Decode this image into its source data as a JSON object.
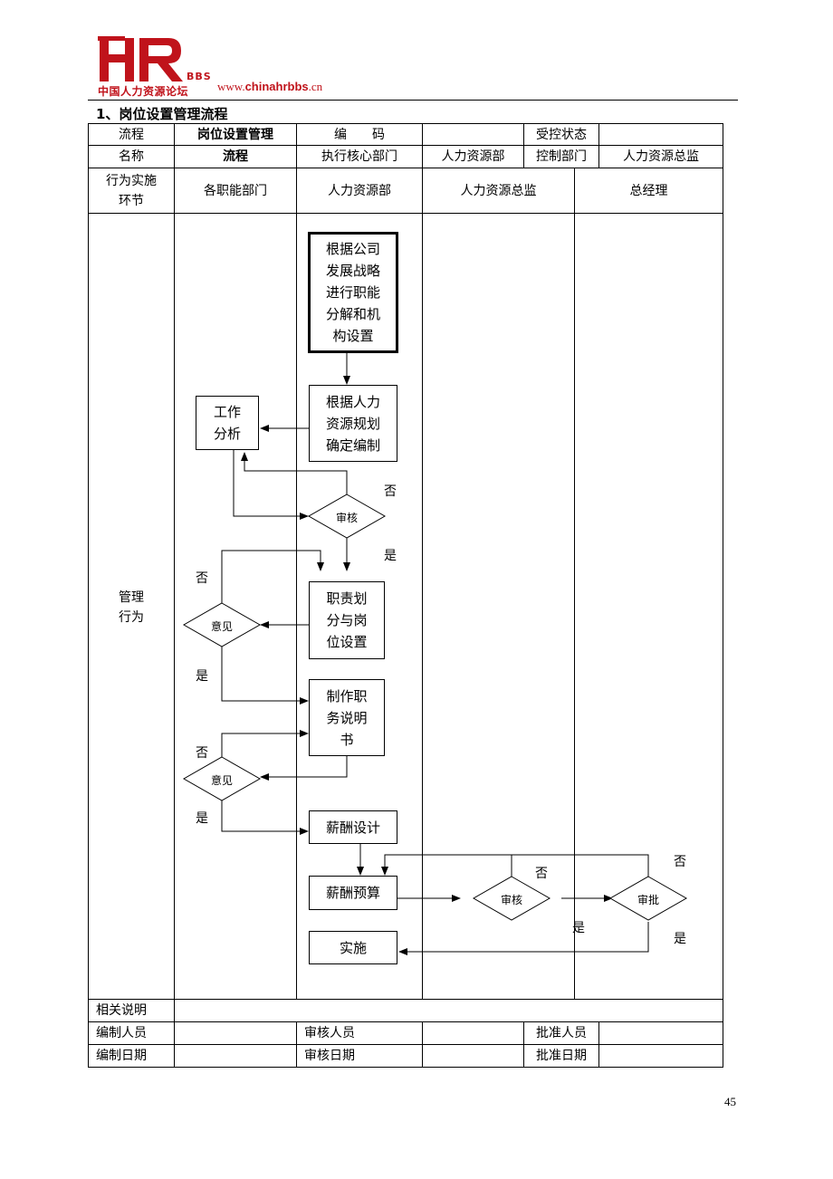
{
  "header": {
    "logo_text": "HR",
    "logo_bbs": "BBS",
    "logo_cn": "中国人力资源论坛",
    "site_prefix": "www.",
    "site_bold": "chinahrbbs",
    "site_suffix": ".cn"
  },
  "section_title": "1、岗位设置管理流程",
  "table": {
    "r1": {
      "flow_label": "流程",
      "flow_name_1": "岗位设置管理",
      "code_label": "编　　码",
      "code_value": "",
      "status_label": "受控状态",
      "status_value": ""
    },
    "r2": {
      "name_label": "名称",
      "flow_name_2": "流程",
      "exec_label": "执行核心部门",
      "exec_value": "人力资源部",
      "control_label": "控制部门",
      "control_value": "人力资源总监"
    },
    "lanes": {
      "row_label_1": "行为实施",
      "row_label_2": "环节",
      "lane1": "各职能部门",
      "lane2": "人力资源部",
      "lane3": "人力资源总监",
      "lane4": "总经理"
    },
    "body_label_1": "管理",
    "body_label_2": "行为",
    "notes_label": "相关说明",
    "notes_value": "",
    "footer": {
      "editor_label": "编制人员",
      "reviewer_label": "审核人员",
      "approver_label": "批准人员",
      "edit_date_label": "编制日期",
      "review_date_label": "审核日期",
      "approve_date_label": "批准日期"
    }
  },
  "flow": {
    "start_1": "根据公司",
    "start_2": "发展战略",
    "start_3": "进行职能",
    "start_4": "分解和机",
    "start_5": "构设置",
    "plan_1": "根据人力",
    "plan_2": "资源规划",
    "plan_3": "确定编制",
    "job_analysis_1": "工作",
    "job_analysis_2": "分析",
    "review_1": "审核",
    "duty_1": "职责划",
    "duty_2": "分与岗",
    "duty_3": "位设置",
    "opinion_1": "意见",
    "jd_1": "制作职",
    "jd_2": "务说明",
    "jd_3": "书",
    "opinion_2": "意见",
    "salary_design": "薪酬设计",
    "salary_budget": "薪酬预算",
    "review_2": "审核",
    "approve": "审批",
    "implement": "实施",
    "no": "否",
    "yes": "是"
  },
  "page_number": "45"
}
